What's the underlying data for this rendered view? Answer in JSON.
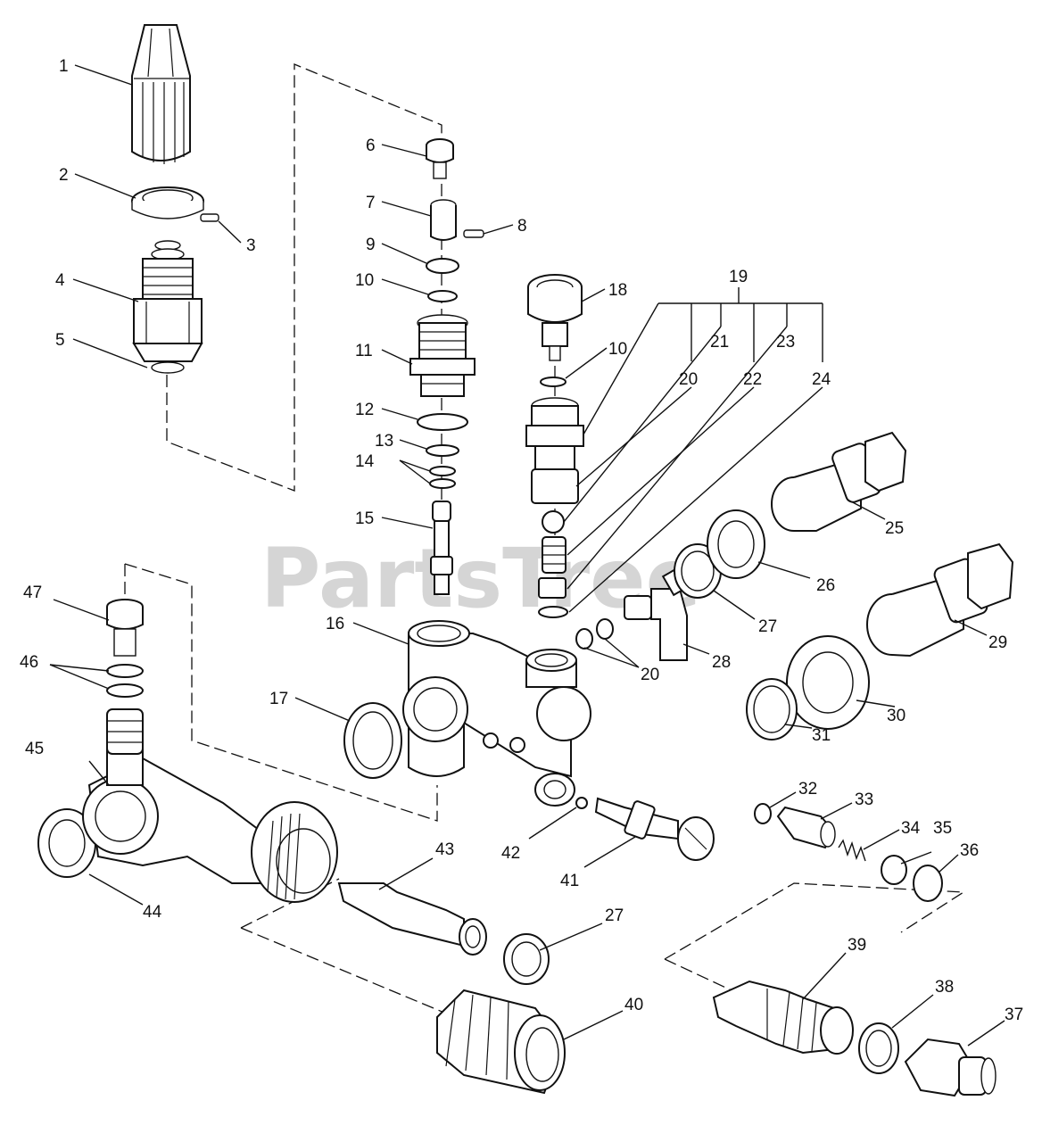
{
  "watermark": {
    "text": "PartsTree",
    "trademark": "™"
  },
  "callouts": [
    {
      "id": "c1",
      "label": "1"
    },
    {
      "id": "c2",
      "label": "2"
    },
    {
      "id": "c3",
      "label": "3"
    },
    {
      "id": "c4",
      "label": "4"
    },
    {
      "id": "c5",
      "label": "5"
    },
    {
      "id": "c6",
      "label": "6"
    },
    {
      "id": "c7",
      "label": "7"
    },
    {
      "id": "c8",
      "label": "8"
    },
    {
      "id": "c9",
      "label": "9"
    },
    {
      "id": "c10a",
      "label": "10"
    },
    {
      "id": "c10b",
      "label": "10"
    },
    {
      "id": "c11",
      "label": "11"
    },
    {
      "id": "c12",
      "label": "12"
    },
    {
      "id": "c13",
      "label": "13"
    },
    {
      "id": "c14",
      "label": "14"
    },
    {
      "id": "c15",
      "label": "15"
    },
    {
      "id": "c16",
      "label": "16"
    },
    {
      "id": "c17",
      "label": "17"
    },
    {
      "id": "c18",
      "label": "18"
    },
    {
      "id": "c19",
      "label": "19"
    },
    {
      "id": "c20a",
      "label": "20"
    },
    {
      "id": "c20b",
      "label": "20"
    },
    {
      "id": "c21",
      "label": "21"
    },
    {
      "id": "c22",
      "label": "22"
    },
    {
      "id": "c23",
      "label": "23"
    },
    {
      "id": "c24",
      "label": "24"
    },
    {
      "id": "c25",
      "label": "25"
    },
    {
      "id": "c26",
      "label": "26"
    },
    {
      "id": "c27a",
      "label": "27"
    },
    {
      "id": "c27b",
      "label": "27"
    },
    {
      "id": "c28",
      "label": "28"
    },
    {
      "id": "c29",
      "label": "29"
    },
    {
      "id": "c30",
      "label": "30"
    },
    {
      "id": "c31",
      "label": "31"
    },
    {
      "id": "c32",
      "label": "32"
    },
    {
      "id": "c33",
      "label": "33"
    },
    {
      "id": "c34",
      "label": "34"
    },
    {
      "id": "c35",
      "label": "35"
    },
    {
      "id": "c36",
      "label": "36"
    },
    {
      "id": "c37",
      "label": "37"
    },
    {
      "id": "c38",
      "label": "38"
    },
    {
      "id": "c39",
      "label": "39"
    },
    {
      "id": "c40",
      "label": "40"
    },
    {
      "id": "c41",
      "label": "41"
    },
    {
      "id": "c42",
      "label": "42"
    },
    {
      "id": "c43",
      "label": "43"
    },
    {
      "id": "c44",
      "label": "44"
    },
    {
      "id": "c45",
      "label": "45"
    },
    {
      "id": "c46",
      "label": "46"
    },
    {
      "id": "c47",
      "label": "47"
    }
  ]
}
